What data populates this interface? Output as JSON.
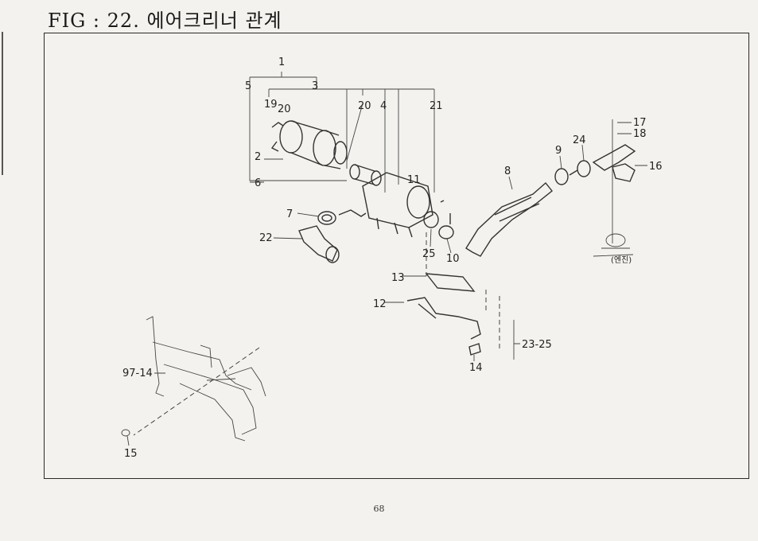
{
  "title": "FIG : 22. 에어크리너 관계",
  "page_number": "68",
  "callouts": {
    "c1": "1",
    "c2": "2",
    "c3": "3",
    "c4": "4",
    "c5": "5",
    "c6": "6",
    "c7": "7",
    "c8": "8",
    "c9": "9",
    "c10": "10",
    "c11": "11",
    "c12": "12",
    "c13": "13",
    "c14": "14",
    "c15": "15",
    "c16": "16",
    "c17": "17",
    "c18": "18",
    "c19": "19",
    "c20a": "20",
    "c20b": "20",
    "c21": "21",
    "c22": "22",
    "c24": "24",
    "c25": "25",
    "c23_25": "23-25",
    "c97_14": "97-14"
  },
  "engine_label": "(엔진)"
}
